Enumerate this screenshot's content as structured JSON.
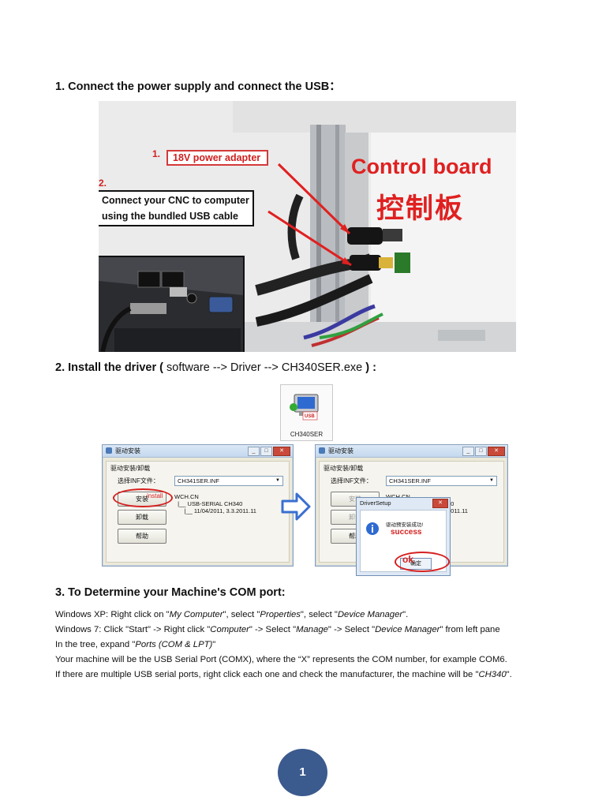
{
  "step1": {
    "heading": "1. Connect the power supply and connect the USB："
  },
  "photo": {
    "num1": "1.",
    "callout_power": "18V power adapter",
    "num2": "2.",
    "callout_usb_line1": "Connect your CNC to computer",
    "callout_usb_line2": "using the bundled USB cable",
    "board_en": "Control board",
    "board_cn": "控制板"
  },
  "step2": {
    "heading_bold_start": "2. Install the driver (",
    "heading_normal": " software --> Driver --> CH340SER.exe ",
    "heading_bold_end": ") :"
  },
  "driver_icon": {
    "label": "CH340SER",
    "badge": "USB"
  },
  "dialog_left": {
    "title": "驱动安装",
    "group_label": "驱动安装/卸载",
    "inf_label": "选择INF文件：",
    "inf_value": "CH341SER.INF",
    "install_button": "安装",
    "install_annotation": "install",
    "uninstall_button": "卸载",
    "help_button": "帮助",
    "info_lines": "WCH.CN\n  |__ USB-SERIAL CH340\n      |__ 11/04/2011, 3.3.2011.11"
  },
  "dialog_right": {
    "title": "驱动安装",
    "group_label": "驱动安装/卸载",
    "inf_label": "选择INF文件：",
    "inf_value": "CH341SER.INF",
    "install_button": "安装",
    "uninstall_button": "卸载",
    "help_button": "帮助",
    "info_lines": "WCH.CN\n  |__ USB-SERIAL CH340\n      |__ 11/04/2011, 3.3.2011.11",
    "popup_title": "DriverSetup",
    "popup_message": "驱动预安装成功!",
    "popup_success": "success",
    "popup_ok_annotation": "ok",
    "popup_ok_button": "确定"
  },
  "step3": {
    "heading": "3. To Determine your Machine's COM port:",
    "line1": [
      {
        "t": "Windows XP: Right click on \"",
        "i": false
      },
      {
        "t": "My Computer",
        "i": true
      },
      {
        "t": "\", select \"",
        "i": false
      },
      {
        "t": "Properties",
        "i": true
      },
      {
        "t": "\", select \"",
        "i": false
      },
      {
        "t": "Device Manager",
        "i": true
      },
      {
        "t": "\".",
        "i": false
      }
    ],
    "line2": [
      {
        "t": "Windows 7: Click \"Start\" -> Right click \"",
        "i": false
      },
      {
        "t": "Computer",
        "i": true
      },
      {
        "t": "\" -> Select \"",
        "i": false
      },
      {
        "t": "Manage",
        "i": true
      },
      {
        "t": "\" -> Select \"",
        "i": false
      },
      {
        "t": "Device Manager",
        "i": true
      },
      {
        "t": "\" from left pane",
        "i": false
      }
    ],
    "line3": [
      {
        "t": "In the tree, expand \"",
        "i": false
      },
      {
        "t": "Ports (COM & LPT)",
        "i": true
      },
      {
        "t": "\"",
        "i": false
      }
    ],
    "line4": [
      {
        "t": "Your machine will be the USB Serial Port (COMX), where the “X” represents the COM number, for example COM6.",
        "i": false
      }
    ],
    "line5": [
      {
        "t": "If there are multiple USB serial ports, right click each one and check the manufacturer, the machine will be \"",
        "i": false
      },
      {
        "t": "CH340",
        "i": true
      },
      {
        "t": "\".",
        "i": false
      }
    ]
  },
  "page_number": "1",
  "colors": {
    "accent_red": "#e02020",
    "page_badge": "#3b5a8e",
    "arrow_blue": "#3a6fd0"
  }
}
